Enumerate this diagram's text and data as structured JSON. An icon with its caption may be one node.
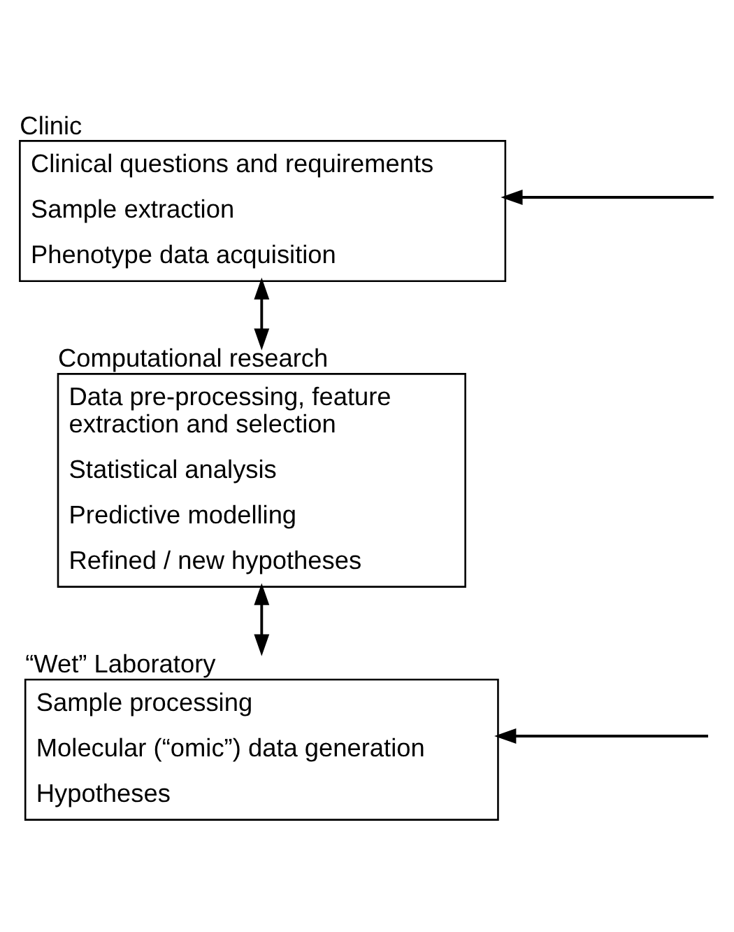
{
  "diagram": {
    "nodes": [
      {
        "text": [
          "Clinic",
          "Clinical questions and requirements",
          "Sample extraction",
          "Phenotype data acquisition"
        ]
      },
      {
        "text": [
          "Computational research",
          "Data pre-processing, feature extraction and selection",
          "Statistical analysis",
          "Predictive modelling",
          "Refined / new hypotheses"
        ]
      },
      {
        "text": [
          "“Wet” Laboratory",
          "Sample processing",
          "Molecular (“omic”) data generation",
          "Hypotheses"
        ]
      }
    ],
    "edges": [
      {
        "from": 0,
        "to": 1,
        "arrow": "both"
      },
      {
        "from": 1,
        "to": 2,
        "arrow": "both"
      },
      {
        "from": null,
        "to": 0,
        "arrow": "to"
      },
      {
        "from": null,
        "to": 2,
        "arrow": "to"
      }
    ]
  }
}
